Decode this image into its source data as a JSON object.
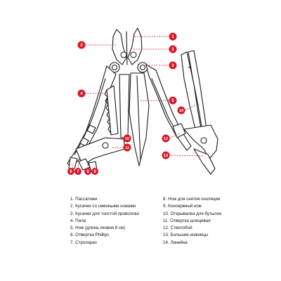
{
  "colors": {
    "accent": "#d7182a",
    "outline": "#1a1a1a",
    "text": "#111111"
  },
  "callouts": [
    "1",
    "2",
    "2",
    "3",
    "4",
    "5",
    "6",
    "7",
    "8",
    "9",
    "10",
    "11",
    "12",
    "13",
    "14"
  ],
  "legend": [
    {
      "num": "1.",
      "text": "Пассатижи"
    },
    {
      "num": "2.",
      "text": "Кусачки со сменными ножами"
    },
    {
      "num": "3.",
      "text": "Кусачки для толстой проволоки"
    },
    {
      "num": "4.",
      "text": "Пила"
    },
    {
      "num": "5.",
      "text": "Нож (длина лезвия 8 см)"
    },
    {
      "num": "6.",
      "text": "Отвертка Phillips"
    },
    {
      "num": "7.",
      "text": "Стропорез"
    },
    {
      "num": "8.",
      "text": "Нож для снятия изоляции"
    },
    {
      "num": "9.",
      "text": "Консервный нож"
    },
    {
      "num": "10.",
      "text": "Открывалка для бутылок"
    },
    {
      "num": "11.",
      "text": "Отвертка шлицевая"
    },
    {
      "num": "12.",
      "text": "Стеклобой"
    },
    {
      "num": "13.",
      "text": "Большие ножницы"
    },
    {
      "num": "14.",
      "text": "Линейка"
    }
  ]
}
